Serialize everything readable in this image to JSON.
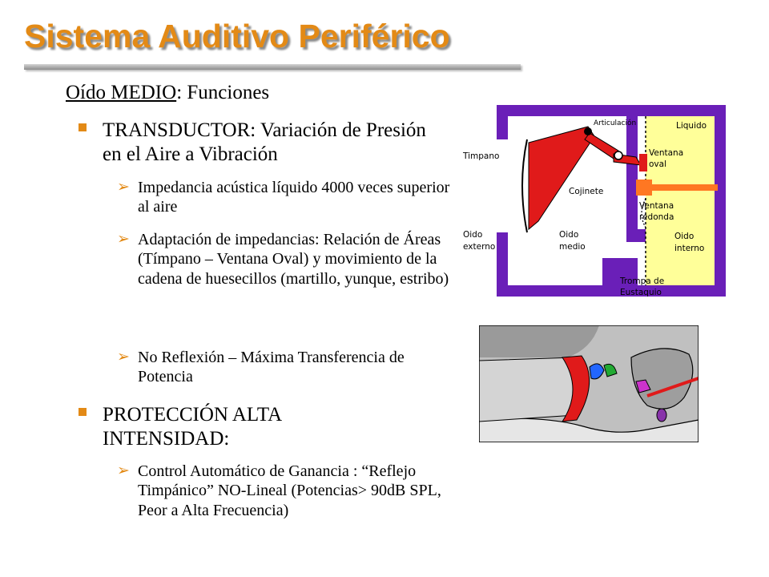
{
  "title": "Sistema Auditivo Periférico",
  "heading": {
    "emphasis": "Oído MEDIO",
    "rest": ": Funciones"
  },
  "bullets": [
    {
      "text": " TRANSDUCTOR:  Variación de Presión en el Aire a Vibración",
      "sub": [
        " Impedancia acústica líquido 4000 veces superior al aire",
        " Adaptación de impedancias: Relación de Áreas (Tímpano – Ventana Oval) y movimiento de la cadena de huesecillos (martillo, yunque, estribo)",
        " No Reflexión – Máxima Transferencia de Potencia"
      ]
    },
    {
      "text": "PROTECCIÓN ALTA INTENSIDAD:",
      "sub": [
        " Control Automático de Ganancia : “Reflejo Timpánico”  NO-Lineal (Potencias> 90dB SPL, Peor a Alta Frecuencia)"
      ]
    }
  ],
  "diagram_labels": {
    "articulacion": "Articulación",
    "liquido": "Liquido",
    "timpano": "Timpano",
    "ventana_oval_1": "Ventana",
    "ventana_oval_2": "oval",
    "cojinete": "Cojinete",
    "ventana_redonda_1": "Ventana",
    "ventana_redonda_2": "redonda",
    "oido_externo_1": "Oido",
    "oido_externo_2": "externo",
    "oido_medio_1": "Oido",
    "oido_medio_2": "medio",
    "oido_interno_1": "Oido",
    "oido_interno_2": "interno",
    "trompa_1": "Trompa de",
    "trompa_2": "Eustaquio"
  },
  "colors": {
    "accent": "#e38a16",
    "wall": "#6a1fb8",
    "inner_ear": "#ffff99",
    "eardrum": "#e01a1a",
    "cushion": "#ff7722",
    "anatomy_gray": "#c0c0c0",
    "anatomy_light": "#e6e6e6"
  }
}
